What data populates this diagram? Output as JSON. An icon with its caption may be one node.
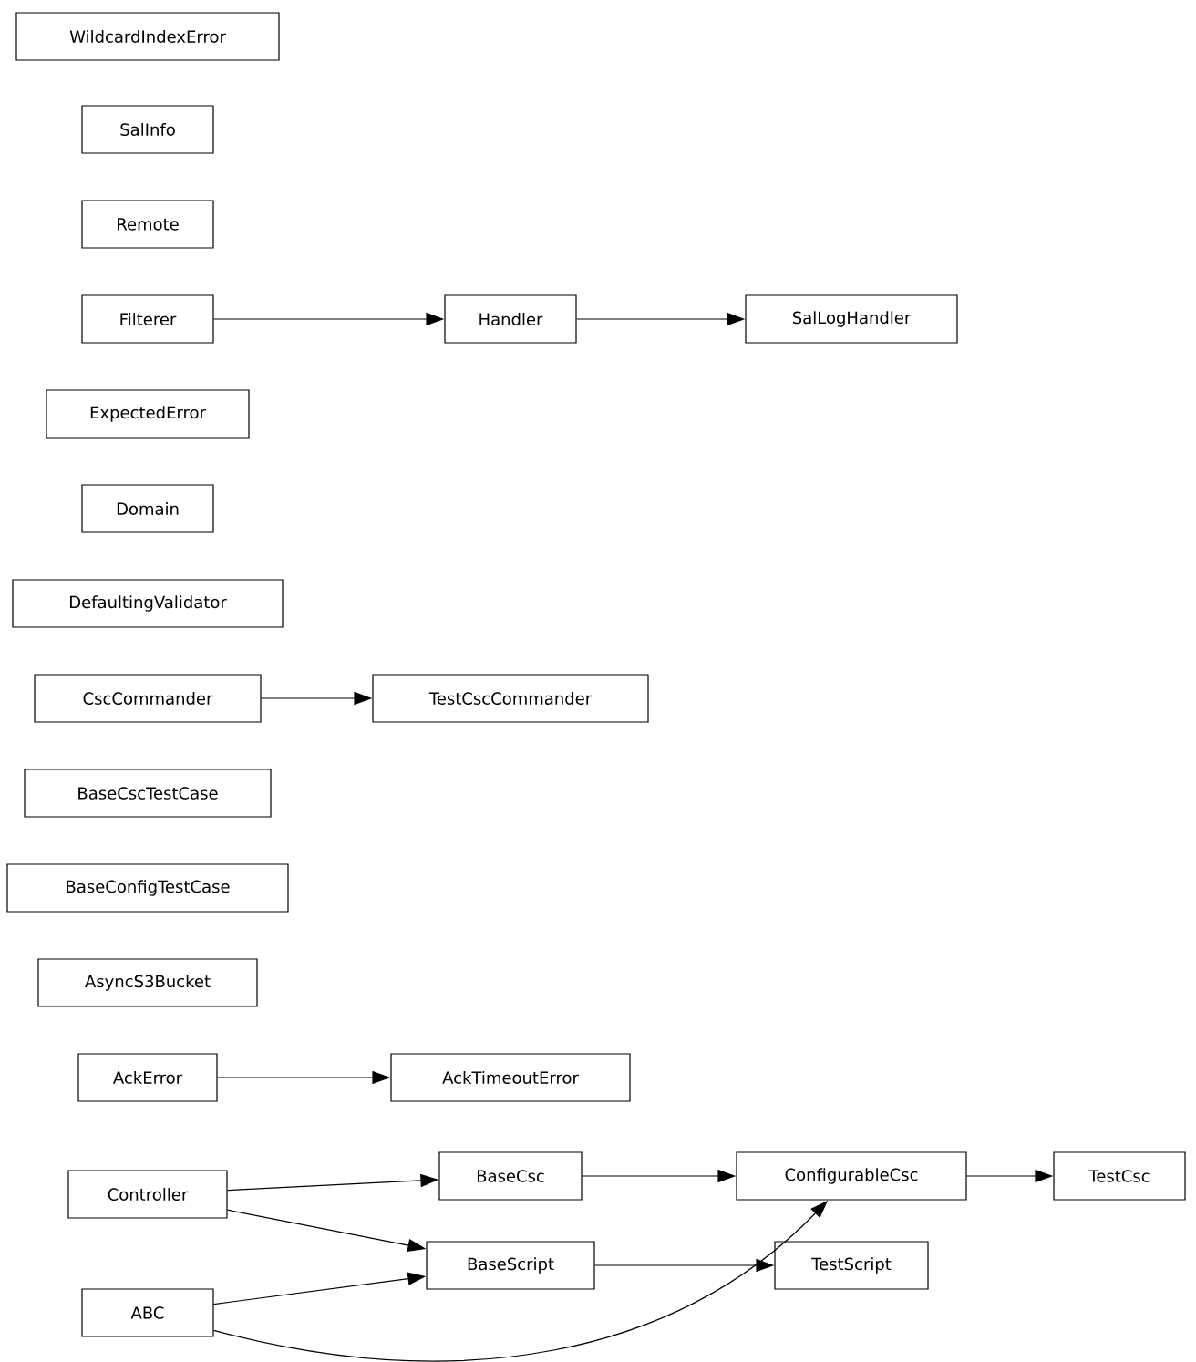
{
  "diagram": {
    "nodes": [
      {
        "text": [
          "WildcardIndexError"
        ]
      },
      {
        "text": [
          "SalInfo"
        ]
      },
      {
        "text": [
          "Remote"
        ]
      },
      {
        "text": [
          "Filterer"
        ]
      },
      {
        "text": [
          "Handler"
        ]
      },
      {
        "text": [
          "SalLogHandler"
        ]
      },
      {
        "text": [
          "ExpectedError"
        ]
      },
      {
        "text": [
          "Domain"
        ]
      },
      {
        "text": [
          "DefaultingValidator"
        ]
      },
      {
        "text": [
          "CscCommander"
        ]
      },
      {
        "text": [
          "TestCscCommander"
        ]
      },
      {
        "text": [
          "BaseCscTestCase"
        ]
      },
      {
        "text": [
          "BaseConfigTestCase"
        ]
      },
      {
        "text": [
          "AsyncS3Bucket"
        ]
      },
      {
        "text": [
          "AckError"
        ]
      },
      {
        "text": [
          "AckTimeoutError"
        ]
      },
      {
        "text": [
          "Controller"
        ]
      },
      {
        "text": [
          "BaseCsc"
        ]
      },
      {
        "text": [
          "ConfigurableCsc"
        ]
      },
      {
        "text": [
          "TestCsc"
        ]
      },
      {
        "text": [
          "BaseScript"
        ]
      },
      {
        "text": [
          "TestScript"
        ]
      },
      {
        "text": [
          "ABC"
        ]
      }
    ],
    "edges": [
      {
        "from": 3,
        "to": 4,
        "arrow": "to"
      },
      {
        "from": 4,
        "to": 5,
        "arrow": "to"
      },
      {
        "from": 9,
        "to": 10,
        "arrow": "to"
      },
      {
        "from": 14,
        "to": 15,
        "arrow": "to"
      },
      {
        "from": 16,
        "to": 17,
        "arrow": "to"
      },
      {
        "from": 16,
        "to": 20,
        "arrow": "to"
      },
      {
        "from": 17,
        "to": 18,
        "arrow": "to"
      },
      {
        "from": 18,
        "to": 19,
        "arrow": "to"
      },
      {
        "from": 20,
        "to": 21,
        "arrow": "to"
      },
      {
        "from": 22,
        "to": 20,
        "arrow": "to"
      },
      {
        "from": 22,
        "to": 18,
        "arrow": "to"
      }
    ]
  }
}
